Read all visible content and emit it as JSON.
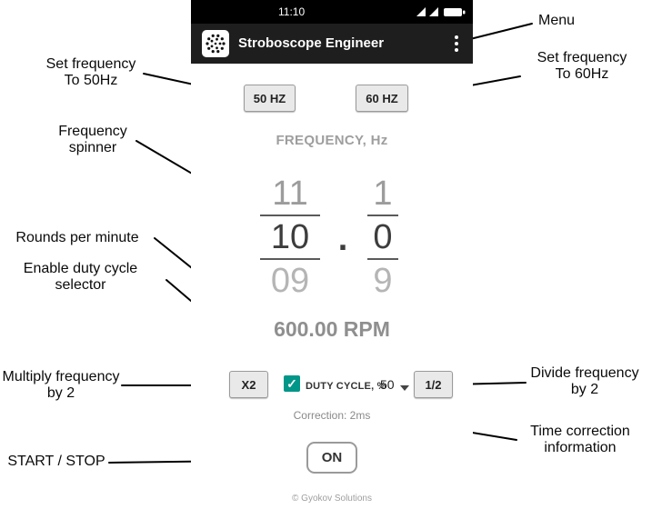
{
  "phone": {
    "status_bar": {
      "time": "11:10"
    },
    "app_bar": {
      "title": "Stroboscope Engineer"
    },
    "preset_buttons": {
      "hz50": "50 HZ",
      "hz60": "60 HZ"
    },
    "frequency_label": "FREQUENCY, Hz",
    "spinner": {
      "tens": {
        "prev": "11",
        "current": "10",
        "next": "09"
      },
      "decimal_point": ".",
      "tenths": {
        "prev": "1",
        "current": "0",
        "next": "9"
      }
    },
    "rpm_text": "600.00 RPM",
    "multiply_button": "X2",
    "divide_button": "1/2",
    "duty_cycle": {
      "label": "DUTY CYCLE, %",
      "value": "50",
      "checked": true
    },
    "correction_text": "Correction: 2ms",
    "on_button": "ON",
    "footer": "© Gyokov Solutions"
  },
  "icons": {
    "check": "✓"
  },
  "annotations": {
    "menu": {
      "line1": "Menu"
    },
    "set50": {
      "line1": "Set frequency",
      "line2": "To 50Hz"
    },
    "set60": {
      "line1": "Set frequency",
      "line2": "To 60Hz"
    },
    "spinner": {
      "line1": "Frequency",
      "line2": "spinner"
    },
    "rpm": {
      "line1": "Rounds per minute"
    },
    "duty": {
      "line1": "Enable duty cycle",
      "line2": "selector"
    },
    "multiply": {
      "line1": "Multiply frequency",
      "line2": "by 2"
    },
    "divide": {
      "line1": "Divide frequency",
      "line2": "by 2"
    },
    "correction": {
      "line1": "Time correction",
      "line2": "information"
    },
    "start": {
      "line1": "START / STOP"
    }
  },
  "colors": {
    "accent_teal": "#009688",
    "app_bar": "#1e1e1e",
    "status_bar": "#000000"
  }
}
